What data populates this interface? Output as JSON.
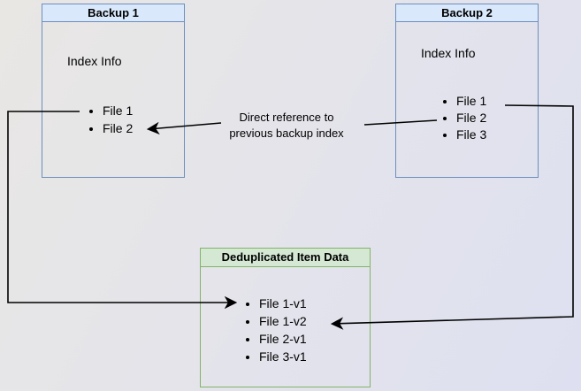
{
  "canvas": {
    "bg_top_left": "#e9e7e4",
    "bg_bottom_right": "#dee0f1"
  },
  "colors": {
    "text": "#000000",
    "line": "#000000",
    "blue_fill": "#dae8fc",
    "blue_border": "#6c8ebf",
    "green_fill": "#d5e8d4",
    "green_border": "#82b366"
  },
  "backup1": {
    "title": "Backup 1",
    "subtitle": "Index Info",
    "items": [
      "File 1",
      "File 2"
    ]
  },
  "backup2": {
    "title": "Backup 2",
    "subtitle": "Index Info",
    "items": [
      "File 1",
      "File 2",
      "File 3"
    ]
  },
  "dedup": {
    "title": "Deduplicated Item Data",
    "items": [
      "File 1-v1",
      "File 1-v2",
      "File 2-v1",
      "File 3-v1"
    ]
  },
  "annotation": {
    "text": "Direct reference to previous backup index"
  }
}
